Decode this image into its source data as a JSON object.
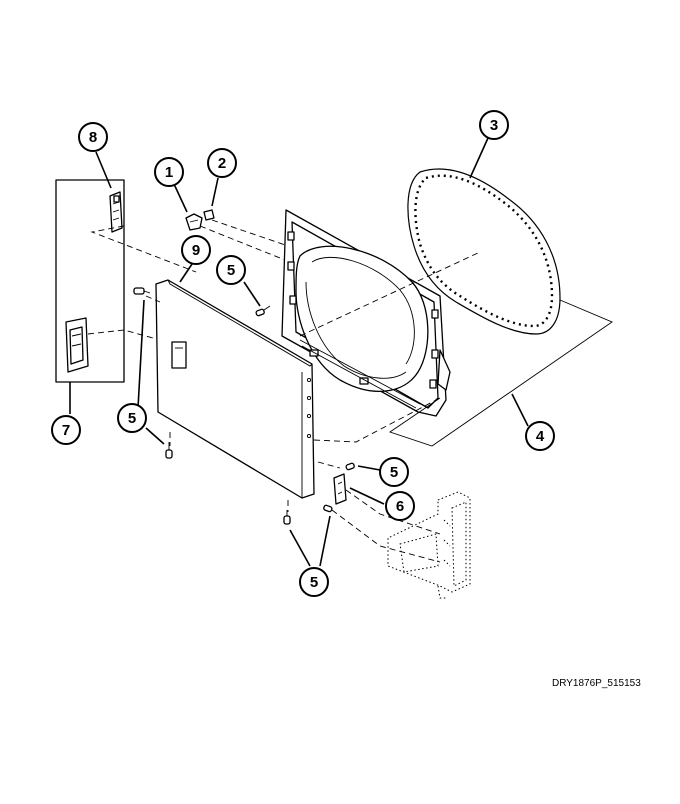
{
  "diagram": {
    "callouts": [
      "1",
      "2",
      "3",
      "4",
      "5",
      "6",
      "7",
      "8",
      "9"
    ],
    "image_code": "DRY1876P_515153"
  },
  "colors": {
    "line": "#000000",
    "background": "#ffffff"
  }
}
